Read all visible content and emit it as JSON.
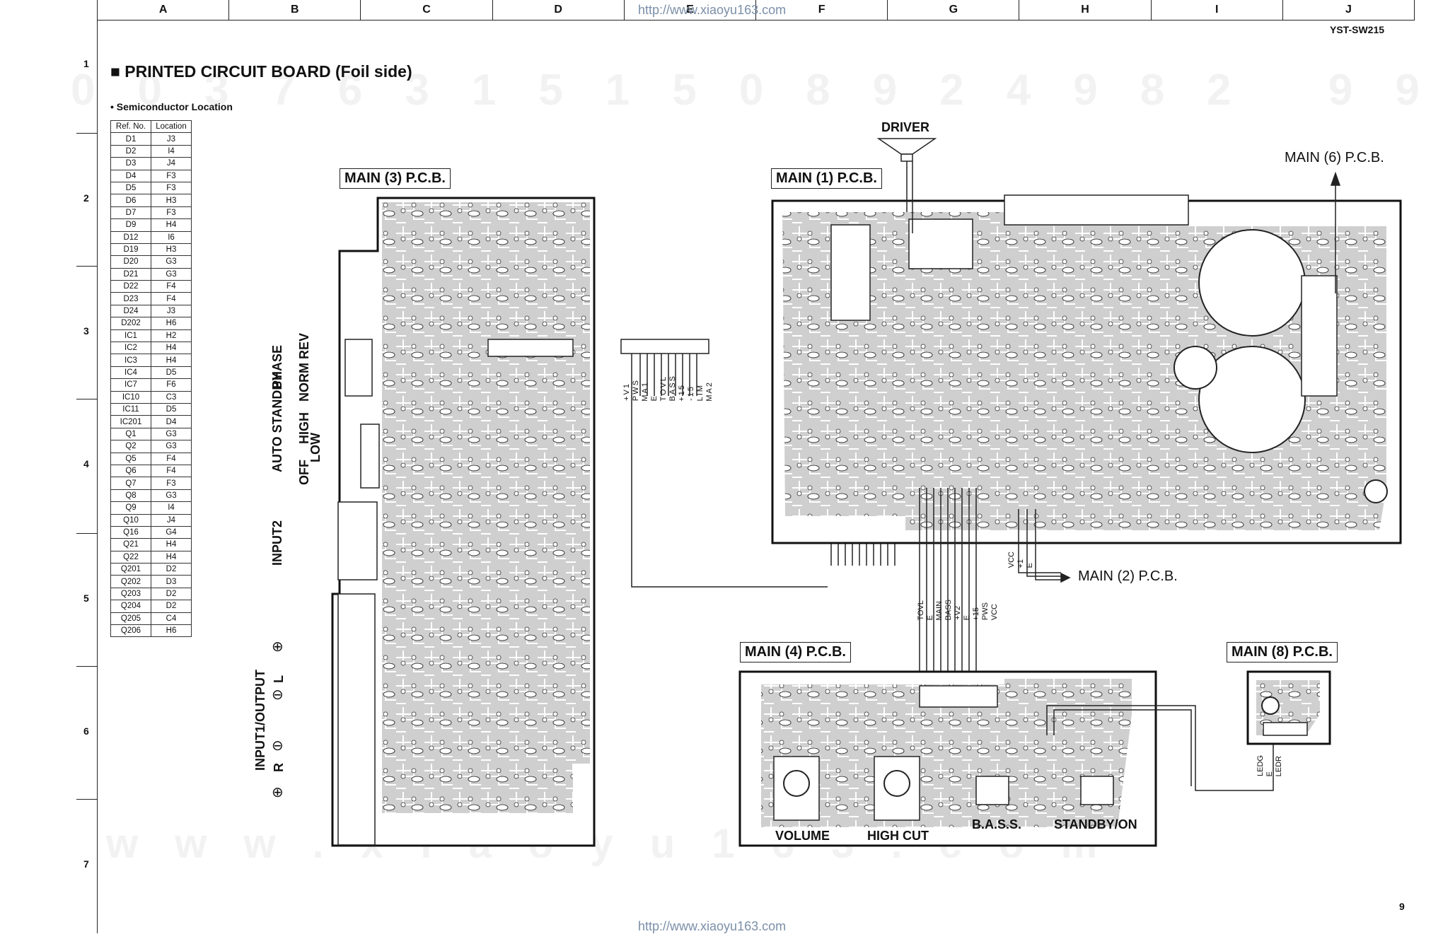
{
  "header": {
    "columns": [
      "A",
      "B",
      "C",
      "D",
      "E",
      "F",
      "G",
      "H",
      "I",
      "J"
    ],
    "rows": [
      "1",
      "2",
      "3",
      "4",
      "5",
      "6",
      "7"
    ],
    "url": "http://www.xiaoyu163.com",
    "model": "YST-SW215",
    "page_number": "9"
  },
  "title": "■ PRINTED CIRCUIT BOARD (Foil side)",
  "semiconductor": {
    "title": "• Semiconductor Location",
    "headers": [
      "Ref. No.",
      "Location"
    ],
    "rows": [
      [
        "D1",
        "J3"
      ],
      [
        "D2",
        "I4"
      ],
      [
        "D3",
        "J4"
      ],
      [
        "D4",
        "F3"
      ],
      [
        "D5",
        "F3"
      ],
      [
        "D6",
        "H3"
      ],
      [
        "D7",
        "F3"
      ],
      [
        "D9",
        "H4"
      ],
      [
        "D12",
        "I6"
      ],
      [
        "D19",
        "H3"
      ],
      [
        "D20",
        "G3"
      ],
      [
        "D21",
        "G3"
      ],
      [
        "D22",
        "F4"
      ],
      [
        "D23",
        "F4"
      ],
      [
        "D24",
        "J3"
      ],
      [
        "D202",
        "H6"
      ],
      [
        "IC1",
        "H2"
      ],
      [
        "IC2",
        "H4"
      ],
      [
        "IC3",
        "H4"
      ],
      [
        "IC4",
        "D5"
      ],
      [
        "IC7",
        "F6"
      ],
      [
        "IC10",
        "C3"
      ],
      [
        "IC11",
        "D5"
      ],
      [
        "IC201",
        "D4"
      ],
      [
        "Q1",
        "G3"
      ],
      [
        "Q2",
        "G3"
      ],
      [
        "Q5",
        "F4"
      ],
      [
        "Q6",
        "F4"
      ],
      [
        "Q7",
        "F3"
      ],
      [
        "Q8",
        "G3"
      ],
      [
        "Q9",
        "I4"
      ],
      [
        "Q10",
        "J4"
      ],
      [
        "Q16",
        "G4"
      ],
      [
        "Q21",
        "H4"
      ],
      [
        "Q22",
        "H4"
      ],
      [
        "Q201",
        "D2"
      ],
      [
        "Q202",
        "D3"
      ],
      [
        "Q203",
        "D2"
      ],
      [
        "Q204",
        "D2"
      ],
      [
        "Q205",
        "C4"
      ],
      [
        "Q206",
        "H6"
      ]
    ]
  },
  "boards": {
    "main3": "MAIN (3) P.C.B.",
    "main1": "MAIN (1) P.C.B.",
    "main4": "MAIN (4) P.C.B.",
    "main8": "MAIN (8) P.C.B.",
    "main6": "MAIN (6) P.C.B.",
    "main2": "MAIN (2) P.C.B.",
    "driver": "DRIVER"
  },
  "side_labels": {
    "phase": "PHASE",
    "norm": "NORM",
    "rev": "REV",
    "auto_standby": "AUTO STANDBY",
    "high": "HIGH",
    "low": "LOW",
    "off": "OFF",
    "input2": "INPUT2",
    "input1_output": "INPUT1/OUTPUT",
    "l": "L",
    "r": "R",
    "plus": "⊕",
    "minus": "⊖"
  },
  "controls": {
    "volume": "VOLUME",
    "high_cut": "HIGH CUT",
    "bass": "B.A.S.S.",
    "standby_on": "STANDBY/ON"
  },
  "wire_labels": {
    "w3_pins": [
      "+V1",
      "PWS",
      "MA1",
      "E",
      "TOVL",
      "BASS",
      "+15",
      "-15",
      "LIM",
      "MA2"
    ],
    "main1_right": [
      "VCC",
      "+1",
      "E"
    ],
    "main4_bus": [
      "TOVL",
      "E",
      "MAIN",
      "BASS",
      "+V2",
      "E",
      "+15",
      "PWS",
      "VCC"
    ],
    "main8_pins": [
      "LEDG",
      "E",
      "LEDR"
    ]
  },
  "watermarks": {
    "digits": "003763151508924982 99",
    "www": "w w w . x i a o y u 1 6 3 . c o m"
  },
  "colors": {
    "board": "#cfcfcf",
    "ink": "#111111",
    "url": "#7b8fa8"
  }
}
